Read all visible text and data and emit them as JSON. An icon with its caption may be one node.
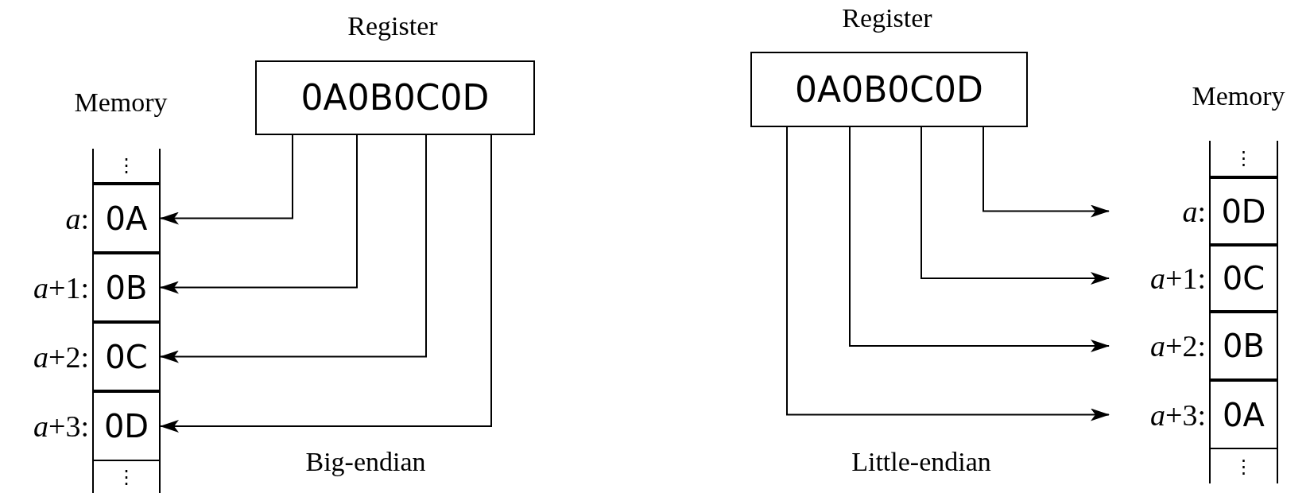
{
  "diagram": {
    "nodes": [
      {
        "text": [
          "0A0B0C0D"
        ]
      },
      {
        "text": [
          "⋮"
        ]
      },
      {
        "text": [
          "0A"
        ],
        "beside": [
          "*a*:"
        ]
      },
      {
        "text": [
          "0B"
        ],
        "beside": [
          "*a*+1:"
        ]
      },
      {
        "text": [
          "0C"
        ],
        "beside": [
          "*a*+2:"
        ]
      },
      {
        "text": [
          "0D"
        ],
        "beside": [
          "*a*+3:"
        ]
      },
      {
        "text": [
          "⋮"
        ]
      },
      {
        "text": [
          "0A0B0C0D"
        ]
      },
      {
        "text": [
          "⋮"
        ]
      },
      {
        "text": [
          "0D"
        ],
        "beside": [
          "*a*:"
        ]
      },
      {
        "text": [
          "0C"
        ],
        "beside": [
          "*a*+1:"
        ]
      },
      {
        "text": [
          "0B"
        ],
        "beside": [
          "*a*+2:"
        ]
      },
      {
        "text": [
          "0A"
        ],
        "beside": [
          "*a*+3:"
        ]
      },
      {
        "text": [
          "⋮"
        ]
      }
    ],
    "edges": [
      {
        "from": 0,
        "to": 2,
        "arrow": "to"
      },
      {
        "from": 0,
        "to": 3,
        "arrow": "to"
      },
      {
        "from": 0,
        "to": 4,
        "arrow": "to"
      },
      {
        "from": 0,
        "to": 5,
        "arrow": "to"
      },
      {
        "from": 7,
        "to": 9,
        "arrow": "to"
      },
      {
        "from": 7,
        "to": 10,
        "arrow": "to"
      },
      {
        "from": 7,
        "to": 11,
        "arrow": "to"
      },
      {
        "from": 7,
        "to": 12,
        "arrow": "to"
      }
    ],
    "labels": [
      "Register",
      "Memory",
      "Big-endian",
      "Register",
      "Memory",
      "Little-endian"
    ]
  }
}
